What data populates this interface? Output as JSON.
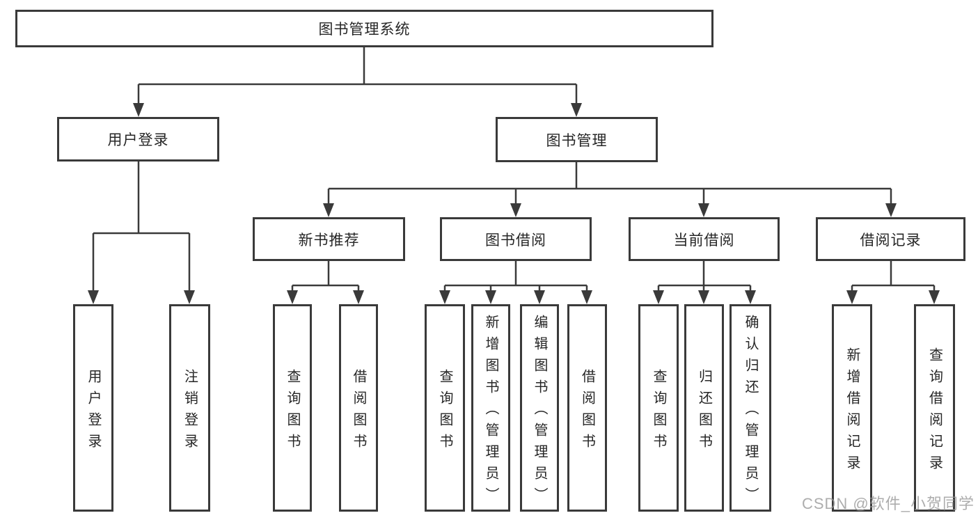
{
  "nodes": {
    "root": "图书管理系统",
    "user_login": "用户登录",
    "book_mgmt": "图书管理",
    "login": "用户登录",
    "logout": "注销登录",
    "new_book_rec": "新书推荐",
    "book_borrow": "图书借阅",
    "current_borrow": "当前借阅",
    "borrow_record": "借阅记录",
    "nb_query_book": "查询图书",
    "nb_borrow_book": "借阅图书",
    "bb_query_book": "查询图书",
    "bb_add_book": "新增图书（管理员）",
    "bb_edit_book": "编辑图书（管理员）",
    "bb_borrow_book": "借阅图书",
    "cb_query_book": "查询图书",
    "cb_return_book": "归还图书",
    "cb_confirm_return": "确认归还（管理员）",
    "br_add_record": "新增借阅记录",
    "br_query_record": "查询借阅记录"
  },
  "watermark": "CSDN @软件_小贺同学",
  "colors": {
    "line": "#3a3a3a",
    "text": "#262626",
    "watermark": "#969696",
    "background": "#ffffff"
  },
  "hierarchy": {
    "label": "图书管理系统",
    "children": [
      {
        "label": "用户登录",
        "children": [
          {
            "label": "用户登录"
          },
          {
            "label": "注销登录"
          }
        ]
      },
      {
        "label": "图书管理",
        "children": [
          {
            "label": "新书推荐",
            "children": [
              {
                "label": "查询图书"
              },
              {
                "label": "借阅图书"
              }
            ]
          },
          {
            "label": "图书借阅",
            "children": [
              {
                "label": "查询图书"
              },
              {
                "label": "新增图书（管理员）"
              },
              {
                "label": "编辑图书（管理员）"
              },
              {
                "label": "借阅图书"
              }
            ]
          },
          {
            "label": "当前借阅",
            "children": [
              {
                "label": "查询图书"
              },
              {
                "label": "归还图书"
              },
              {
                "label": "确认归还（管理员）"
              }
            ]
          },
          {
            "label": "借阅记录",
            "children": [
              {
                "label": "新增借阅记录"
              },
              {
                "label": "查询借阅记录"
              }
            ]
          }
        ]
      }
    ]
  }
}
